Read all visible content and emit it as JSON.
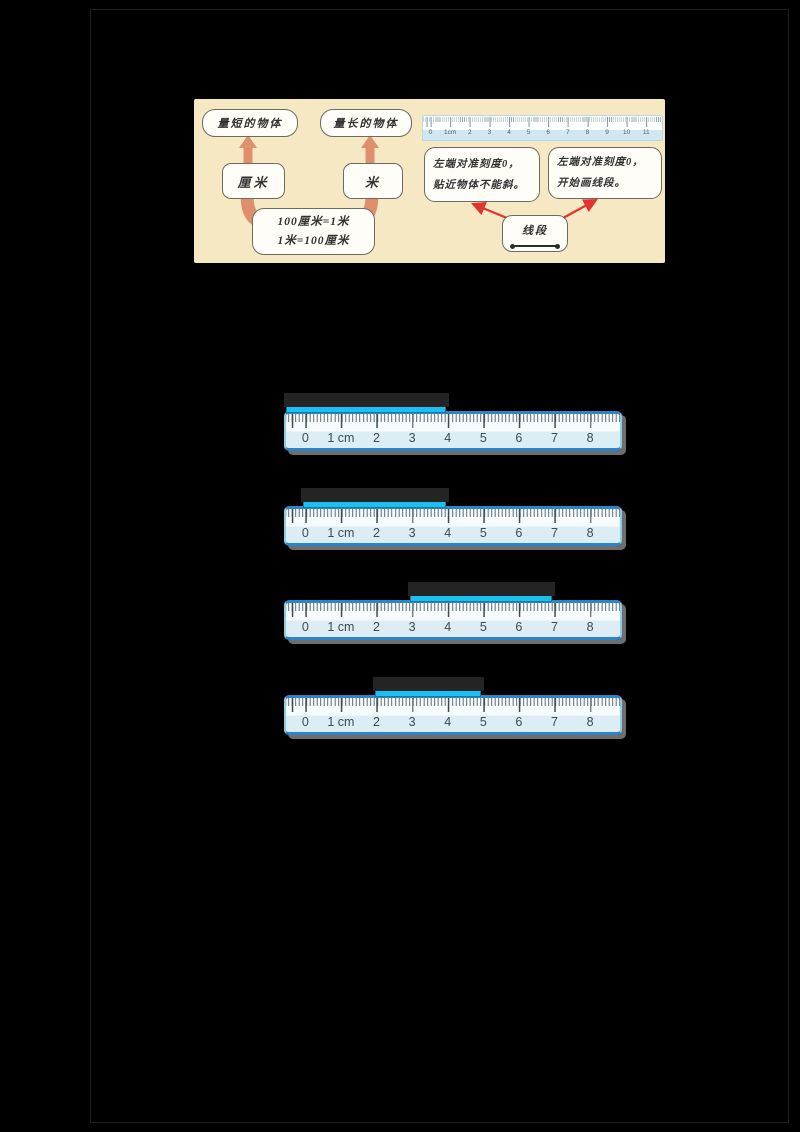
{
  "page": {
    "background": "#000000"
  },
  "diagram": {
    "panel_bg": "#f6e8c3",
    "bubble_short": "量短的物体",
    "bubble_long": "量长的物体",
    "unit_cm": "厘米",
    "unit_m": "米",
    "formula_line1": "100厘米=1米",
    "formula_line2": "1米=100厘米",
    "tip_left_line1": "左端对准刻度0，",
    "tip_left_line2": "贴近物体不能斜。",
    "tip_right_line1": "左端对准刻度0，",
    "tip_right_line2": "开始画线段。",
    "segment_label": "线段",
    "mini_ruler_labels": [
      "0",
      "1cm",
      "2",
      "3",
      "4",
      "5",
      "6",
      "7",
      "8",
      "9",
      "10",
      "11"
    ],
    "connector_color": "#df8f6c",
    "red_arrow_color": "#e0342f"
  },
  "rulers": {
    "labels": [
      "0",
      "1 cm",
      "2",
      "3",
      "4",
      "5",
      "6",
      "7",
      "8"
    ],
    "bar_color": "#1dbff2",
    "shadow_color": "#242424",
    "items": [
      {
        "bar_start_cm": -0.5,
        "bar_end_cm": 4
      },
      {
        "bar_start_cm": 0,
        "bar_end_cm": 4
      },
      {
        "bar_start_cm": 3,
        "bar_end_cm": 7
      },
      {
        "bar_start_cm": 2,
        "bar_end_cm": 5
      }
    ]
  }
}
